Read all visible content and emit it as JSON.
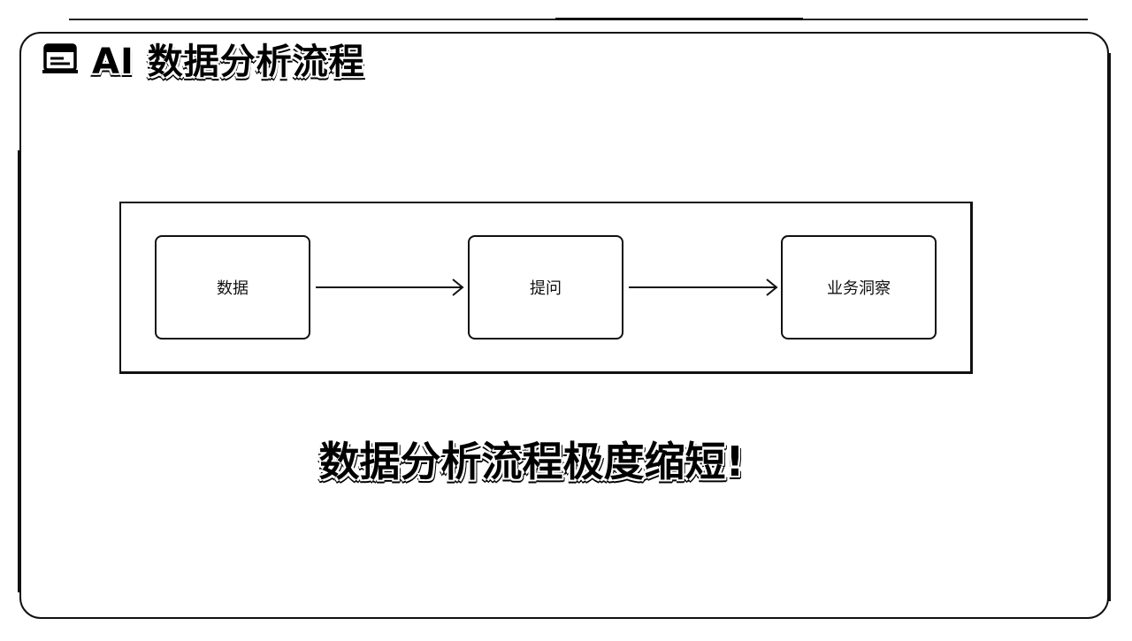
{
  "header": {
    "title": "AI 数据分析流程",
    "icon": "note-icon"
  },
  "flow": {
    "nodes": [
      {
        "label": "数据"
      },
      {
        "label": "提问"
      },
      {
        "label": "业务洞察"
      }
    ]
  },
  "caption": "数据分析流程极度缩短!",
  "colors": {
    "ink": "#111111",
    "background": "#ffffff"
  }
}
